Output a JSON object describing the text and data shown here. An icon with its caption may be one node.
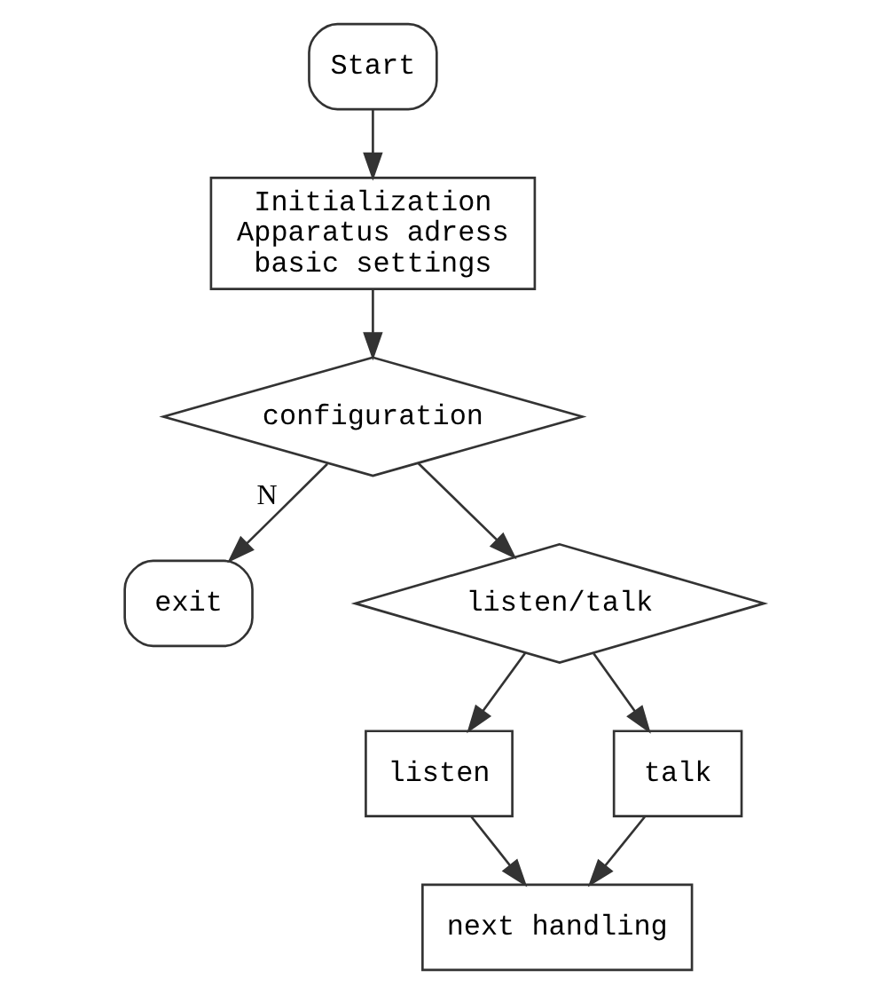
{
  "diagram": {
    "nodes": [
      {
        "text": [
          "Start"
        ]
      },
      {
        "text": [
          "Initialization Apparatus adress basic settings"
        ]
      },
      {
        "text": [
          "configuration"
        ]
      },
      {
        "text": [
          "exit"
        ]
      },
      {
        "text": [
          "listen/talk"
        ]
      },
      {
        "text": [
          "listen"
        ]
      },
      {
        "text": [
          "talk"
        ]
      },
      {
        "text": [
          "next handling"
        ]
      }
    ],
    "edges": [
      {
        "from": 0,
        "to": 1,
        "arrow": "to"
      },
      {
        "from": 1,
        "to": 2,
        "arrow": "to"
      },
      {
        "from": 2,
        "to": 3,
        "arrow": "to",
        "label": "N"
      },
      {
        "from": 2,
        "to": 4,
        "arrow": "to"
      },
      {
        "from": 4,
        "to": 5,
        "arrow": "to"
      },
      {
        "from": 4,
        "to": 6,
        "arrow": "to"
      },
      {
        "from": 5,
        "to": 7,
        "arrow": "to"
      },
      {
        "from": 6,
        "to": 7,
        "arrow": "to"
      }
    ]
  }
}
